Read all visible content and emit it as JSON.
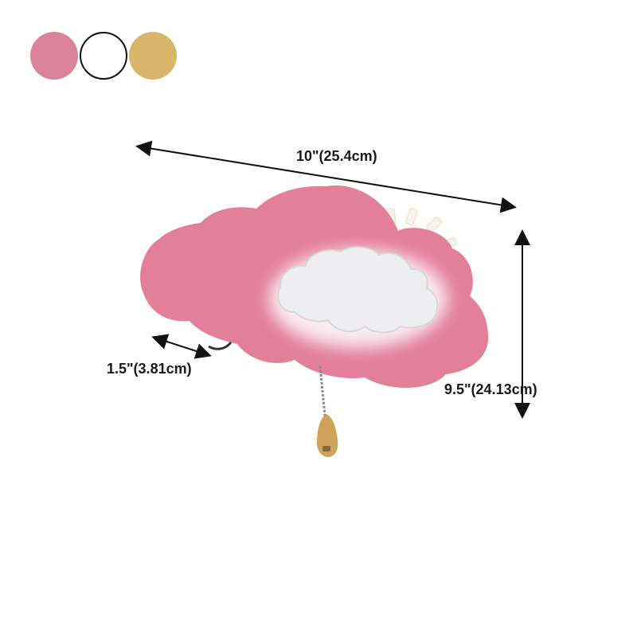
{
  "color_options": [
    {
      "name": "pink",
      "color": "#d9829a"
    },
    {
      "name": "white",
      "color": "#ffffff"
    },
    {
      "name": "gold",
      "color": "#d7b66a"
    }
  ],
  "product": {
    "cloud_color": "#e37f9b",
    "inner_cloud_color": "#eceef0",
    "sun_color": "#f0a21a",
    "pull_tassel_color": "#cfa35a"
  },
  "dimensions": {
    "width": "10\"(25.4cm)",
    "depth": "1.5\"(3.81cm)",
    "height": "9.5\"(24.13cm)"
  }
}
